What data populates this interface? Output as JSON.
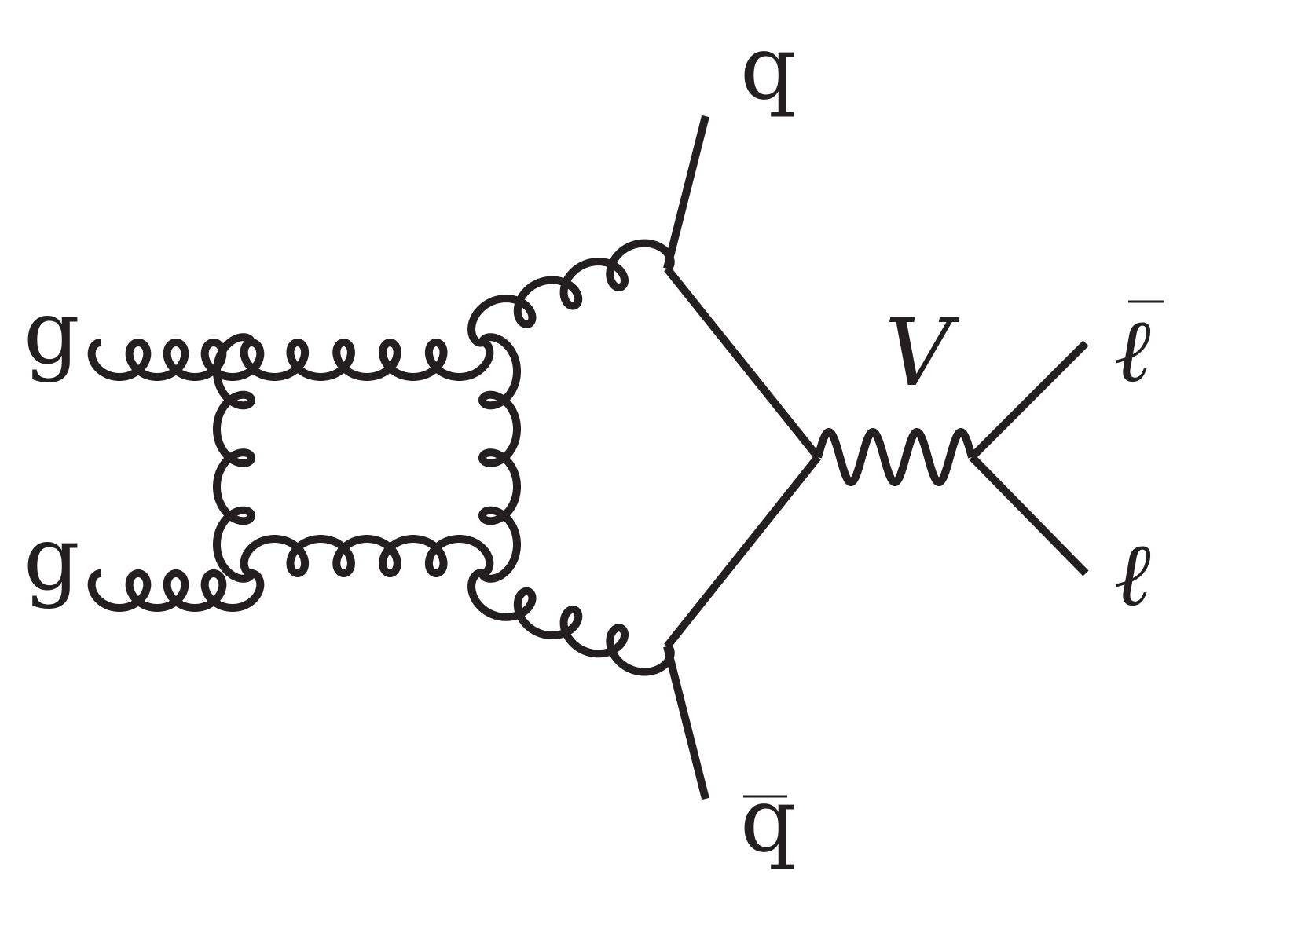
{
  "diagram": {
    "labels": {
      "gluon_top": "g",
      "gluon_bottom": "g",
      "quark_out": "q",
      "antiquark_out": "q",
      "boson": "V",
      "antilepton": "ℓ",
      "lepton": "ℓ"
    },
    "colors": {
      "ink": "#231f20",
      "background": "#ffffff"
    }
  }
}
